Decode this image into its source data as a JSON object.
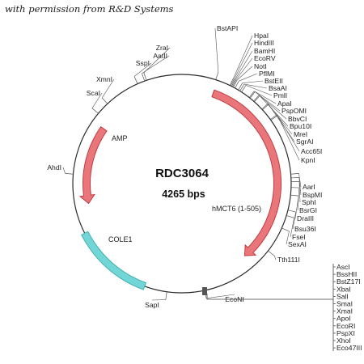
{
  "credit": "with permission from R&D Systems",
  "plasmid": {
    "name": "RDC3064",
    "size_label": "4265 bps"
  },
  "colors": {
    "backbone": "#2b2b2b",
    "arrow_fill": "#e8767a",
    "arrow_stroke": "#c23a3f",
    "ori_fill": "#73d6d6",
    "ori_stroke": "#3fb1b1",
    "leader": "#555555"
  },
  "features": [
    {
      "id": "amp",
      "label": "AMP"
    },
    {
      "id": "hmct6",
      "label": "hMCT6 (1-505)"
    },
    {
      "id": "cole1",
      "label": "COLE1"
    }
  ],
  "sites": [
    {
      "id": "bstapi",
      "label": "BstAPI"
    },
    {
      "id": "hpai",
      "label": "HpaI"
    },
    {
      "id": "hindiii",
      "label": "HindIII"
    },
    {
      "id": "bamhi",
      "label": "BamHI"
    },
    {
      "id": "ecorv",
      "label": "EcoRV"
    },
    {
      "id": "noti",
      "label": "NotI"
    },
    {
      "id": "pflmi",
      "label": "PflMI"
    },
    {
      "id": "bsteii",
      "label": "BstEII"
    },
    {
      "id": "bsaai",
      "label": "BsaAI"
    },
    {
      "id": "pmli",
      "label": "PmlI"
    },
    {
      "id": "apai",
      "label": "ApaI"
    },
    {
      "id": "psp0mi",
      "label": "PspOMI"
    },
    {
      "id": "bbvci",
      "label": "BbvCI"
    },
    {
      "id": "bpu10i",
      "label": "Bpu10I"
    },
    {
      "id": "mrei",
      "label": "MreI"
    },
    {
      "id": "sgrai",
      "label": "SgrAI"
    },
    {
      "id": "acc65i",
      "label": "Acc65I"
    },
    {
      "id": "kpni",
      "label": "KpnI"
    },
    {
      "id": "aari",
      "label": "AarI"
    },
    {
      "id": "bspmi",
      "label": "BspMI"
    },
    {
      "id": "sphi",
      "label": "SphI"
    },
    {
      "id": "bsrgi",
      "label": "BsrGI"
    },
    {
      "id": "draiii",
      "label": "DraIII"
    },
    {
      "id": "bsu36i",
      "label": "Bsu36I"
    },
    {
      "id": "fsei",
      "label": "FseI"
    },
    {
      "id": "sexai",
      "label": "SexAI"
    },
    {
      "id": "tth111i",
      "label": "Tth111I"
    },
    {
      "id": "econi",
      "label": "EcoNI"
    },
    {
      "id": "sapi",
      "label": "SapI"
    },
    {
      "id": "ahdi",
      "label": "AhdI"
    },
    {
      "id": "scai",
      "label": "ScaI"
    },
    {
      "id": "xmni",
      "label": "XmnI"
    },
    {
      "id": "sspi",
      "label": "SspI"
    },
    {
      "id": "aatii",
      "label": "AatII"
    },
    {
      "id": "zrai",
      "label": "ZraI"
    }
  ],
  "mcs_sites": [
    "AscI",
    "BssHII",
    "BstZ17I",
    "XbaI",
    "SalI",
    "SmaI",
    "XmaI",
    "ApoI",
    "EcoRI",
    "PspXI",
    "XhoI",
    "Eco47III"
  ]
}
